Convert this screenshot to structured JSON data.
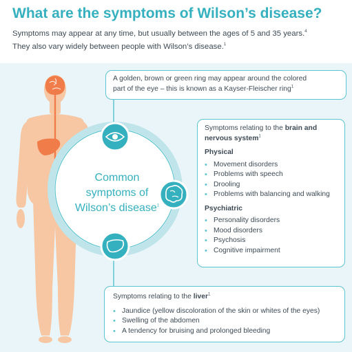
{
  "title": "What are the symptoms of Wilson’s disease?",
  "intro": {
    "line1": "Symptoms may appear at any time, but usually between the ages of 5 and 35 years.",
    "line1_ref": "4",
    "line2": "They also vary widely between people with Wilson’s disease.",
    "line2_ref": "1"
  },
  "center": {
    "line1": "Common",
    "line2": "symptoms of",
    "line3": "Wilson’s disease",
    "ref": "1"
  },
  "eye_box": {
    "line1": "A golden, brown or green ring may appear around the colored",
    "line2": "part of the eye – this is known as a Kayser-Fleischer ring",
    "ref": "1"
  },
  "brain_box": {
    "heading_prefix": "Symptoms relating to the ",
    "heading_bold": "brain and nervous system",
    "ref": "1",
    "physical_label": "Physical",
    "physical_items": [
      "Movement disorders",
      "Problems with speech",
      "Drooling",
      "Problems with balancing and walking"
    ],
    "psychiatric_label": "Psychiatric",
    "psychiatric_items": [
      "Personality disorders",
      "Mood disorders",
      "Psychosis",
      "Cognitive impairment"
    ]
  },
  "liver_box": {
    "heading_prefix": "Symptoms relating to the ",
    "heading_bold": "liver",
    "ref": "1",
    "items": [
      "Jaundice (yellow discoloration of the skin or whites of the eyes)",
      "Swelling of the abdomen",
      "A tendency for bruising and prolonged bleeding"
    ]
  },
  "colors": {
    "accent": "#35b0bf",
    "panel_bg": "#e9f5f8",
    "body": "#f7c7a3",
    "organ": "#f07c4a"
  },
  "icons": [
    "eye-icon",
    "brain-icon",
    "liver-icon"
  ]
}
